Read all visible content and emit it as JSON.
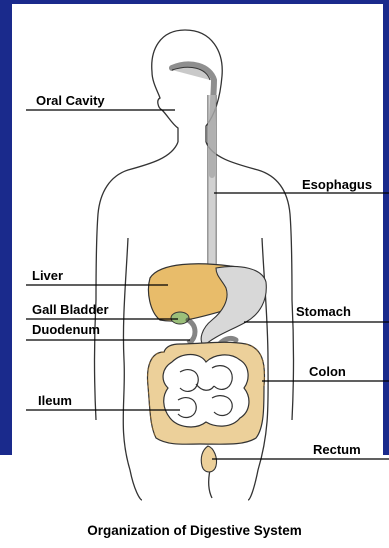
{
  "labels": {
    "oral_cavity": "Oral Cavity",
    "esophagus": "Esophagus",
    "liver": "Liver",
    "gall_bladder": "Gall Bladder",
    "duodenum": "Duodenum",
    "stomach": "Stomach",
    "colon": "Colon",
    "ileum": "Ileum",
    "rectum": "Rectum"
  },
  "caption": "Organization of Digestive System",
  "colors": {
    "frame": "#1a2a8c",
    "liver": "#e8bc6a",
    "outline": "#222222"
  }
}
